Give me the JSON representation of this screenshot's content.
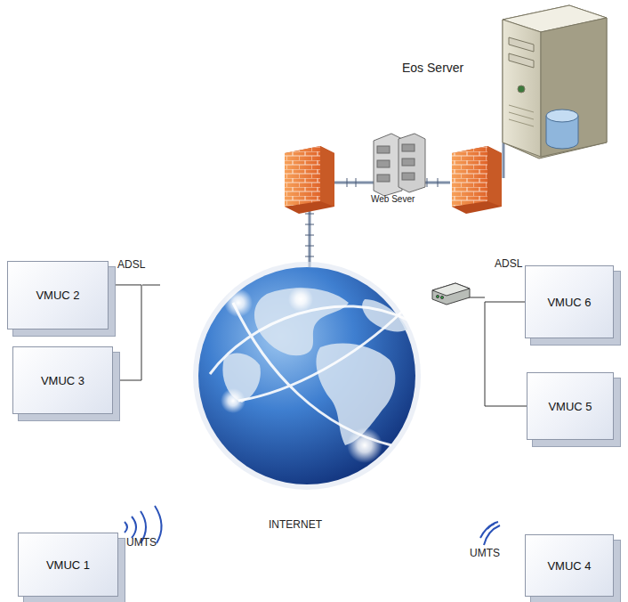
{
  "diagram": {
    "nodes": [
      {
        "text": [
          "VMUC 2"
        ]
      },
      {
        "text": [
          "VMUC 6"
        ]
      },
      {
        "text": [
          "VMUC 3"
        ]
      },
      {
        "text": [
          "VMUC 5"
        ]
      },
      {
        "text": [
          "VMUC 1"
        ]
      },
      {
        "text": [
          "VMUC 4"
        ]
      }
    ],
    "edges": [
      {
        "from": 0,
        "to": 2,
        "arrow": "none"
      },
      {
        "from": 1,
        "to": 3,
        "arrow": "none"
      }
    ],
    "labels": [
      "Eos Server",
      "Web Sever",
      "ADSL",
      "ADSL",
      "INTERNET",
      "UMTS",
      "UMTS"
    ]
  }
}
